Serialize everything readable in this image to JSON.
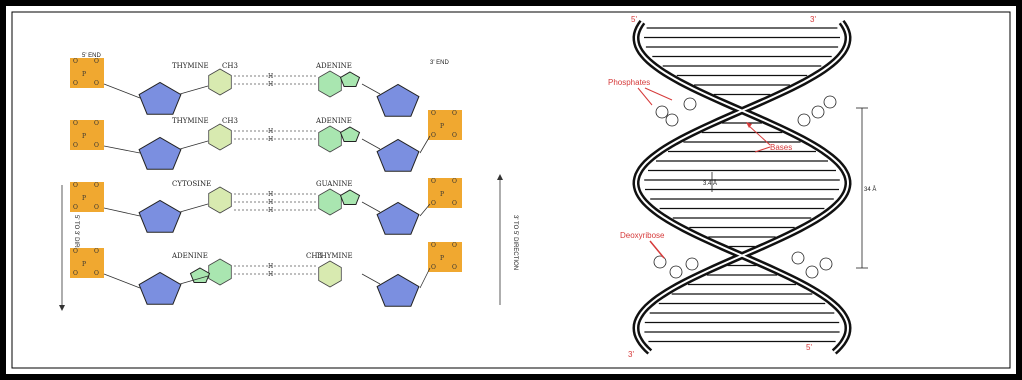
{
  "colors": {
    "frame": "#000000",
    "phosphate": "#f0a830",
    "sugar": "#7b8fe0",
    "pyrimidine": "#d8eab0",
    "purine": "#a9e6b0",
    "label_red": "#d63a3a"
  },
  "left_panel": {
    "strand_left_end": "5' END",
    "strand_right_end": "3' END",
    "left_direction": "5' TO 3' DIRECTION",
    "right_direction": "3' TO 5' DIRECTION",
    "pairs": [
      {
        "left_base": "THYMINE",
        "right_base": "ADENINE",
        "left_group": "CH3"
      },
      {
        "left_base": "THYMINE",
        "right_base": "ADENINE",
        "left_group": "CH3"
      },
      {
        "left_base": "CYTOSINE",
        "right_base": "GUANINE",
        "left_group": ""
      },
      {
        "left_base": "ADENINE",
        "right_base": "THYMINE",
        "right_group": "CH3"
      }
    ]
  },
  "right_panel": {
    "top_left_end": "5'",
    "top_right_end": "3'",
    "bottom_left_end": "3'",
    "bottom_right_end": "5'",
    "phosphates_label": "Phosphates",
    "bases_label": "Bases",
    "deoxyribose_label": "Deoxyribose",
    "rise_label": "3.4 Å",
    "pitch_label": "34 Å"
  }
}
